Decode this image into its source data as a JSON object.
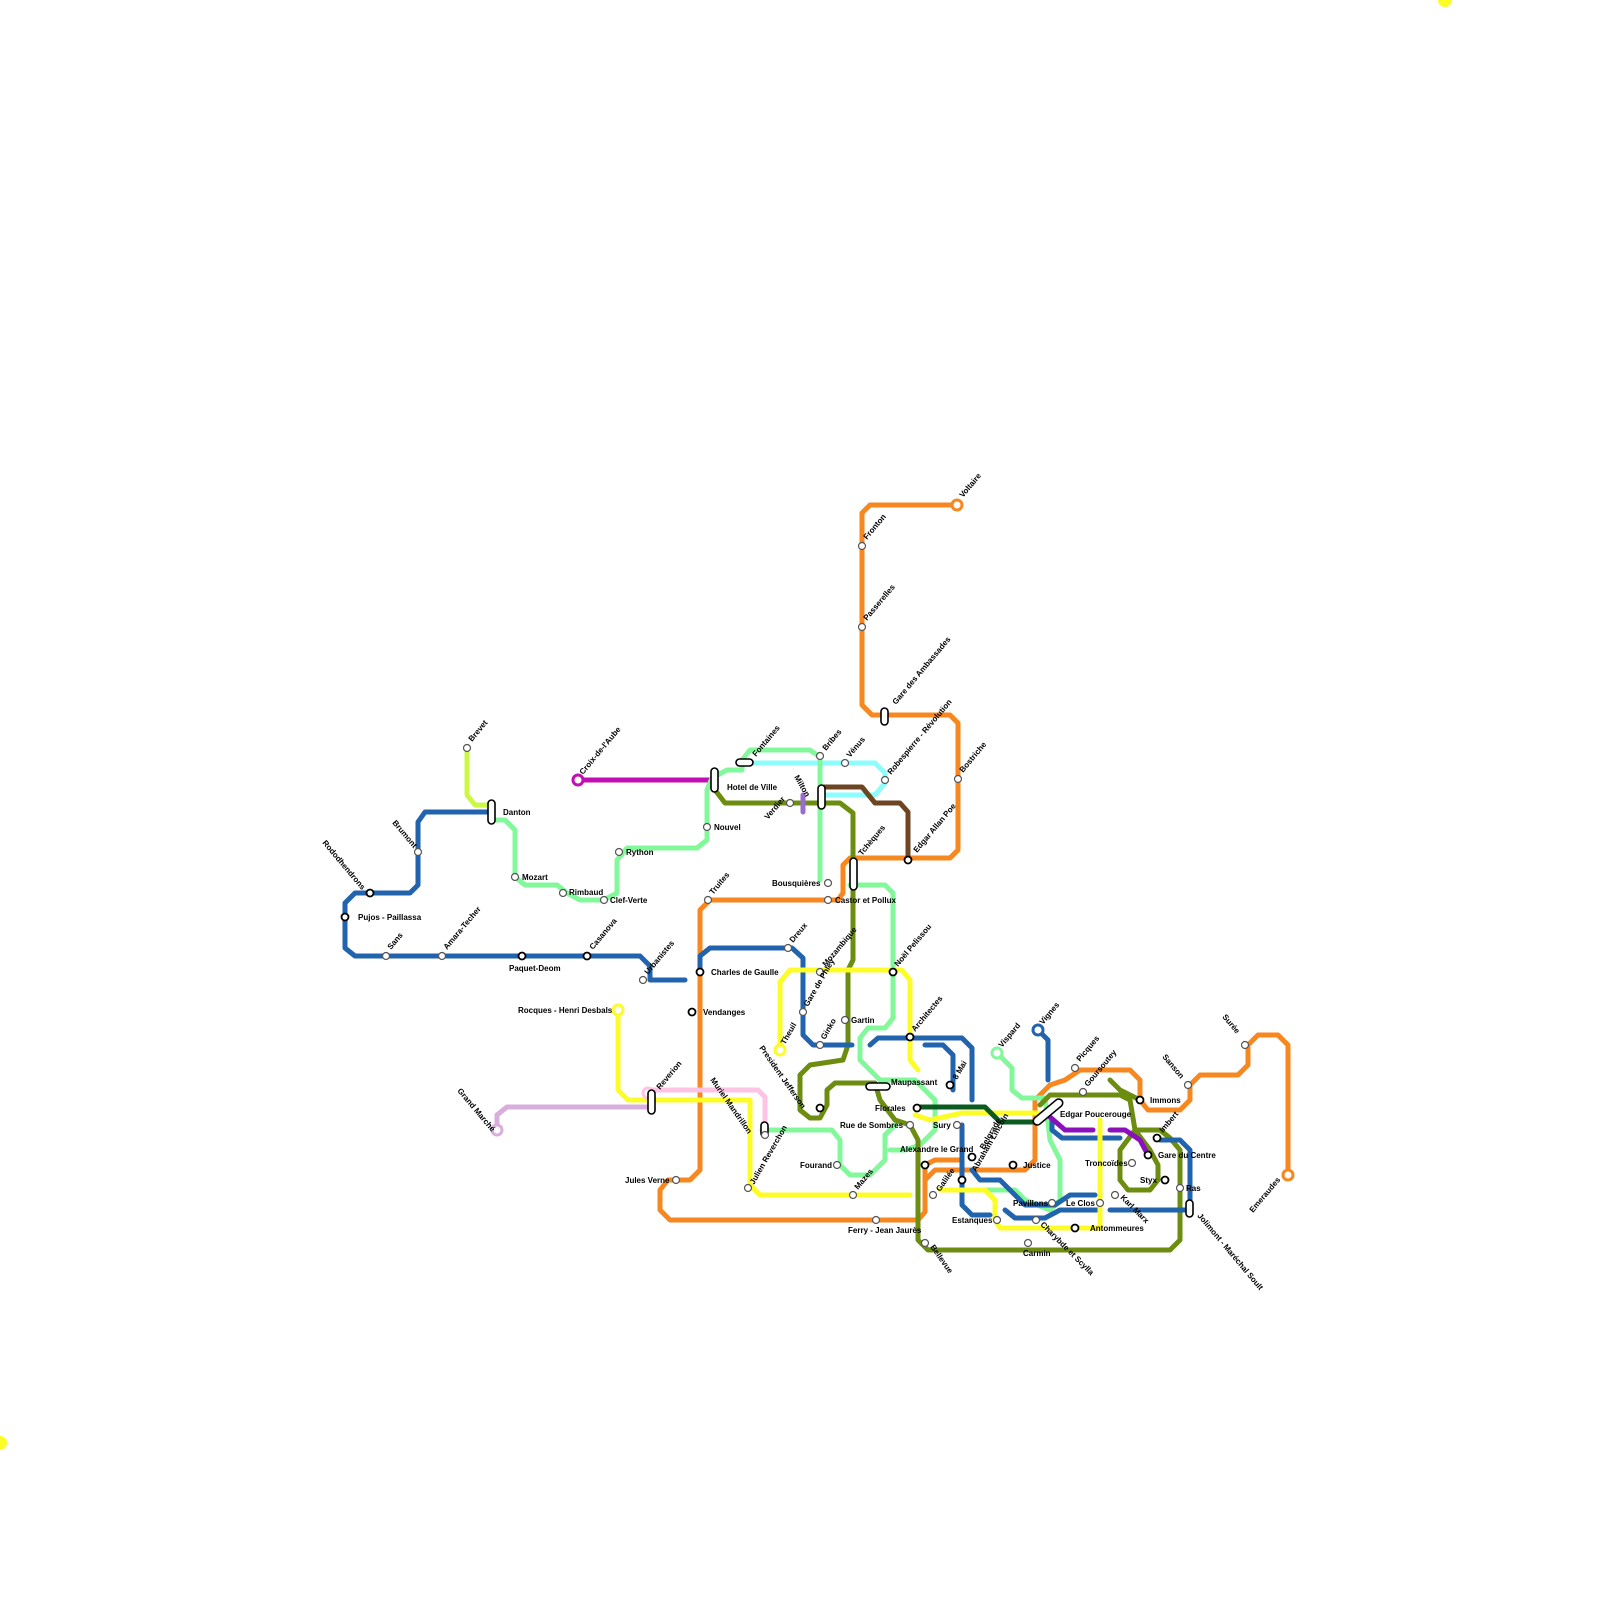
{
  "map": {
    "colors": {
      "orange": "#f7871f",
      "blue": "#2263ae",
      "green_light": "#82f89b",
      "olive": "#6d8d10",
      "yellow": "#fcfc26",
      "cyan": "#8cfcfc",
      "magenta": "#c10fb4",
      "brown": "#6d4523",
      "lime": "#ccf744",
      "pink": "#fcc3e4",
      "lilac": "#d8aedd",
      "purple": "#8a10bc",
      "dark_green": "#0b5b20",
      "lavender": "#9b6ccf"
    },
    "stations": [
      {
        "id": "voltaire",
        "name": "Voltaire"
      },
      {
        "id": "fronton",
        "name": "Fronton"
      },
      {
        "id": "passerelles",
        "name": "Passerelles"
      },
      {
        "id": "gare_ambassades",
        "name": "Gare des Ambassades"
      },
      {
        "id": "robespierre",
        "name": "Robespierre - Révolution"
      },
      {
        "id": "bostriche",
        "name": "Bostriche"
      },
      {
        "id": "edgar_poe",
        "name": "Edgar Allan Poe"
      },
      {
        "id": "tcheques",
        "name": "Tchèques"
      },
      {
        "id": "castor",
        "name": "Castor et Pollux"
      },
      {
        "id": "bousquieres",
        "name": "Bousquières"
      },
      {
        "id": "truites",
        "name": "Truites"
      },
      {
        "id": "fontaines",
        "name": "Fontaines"
      },
      {
        "id": "bribes",
        "name": "Bribes"
      },
      {
        "id": "venus",
        "name": "Vénus"
      },
      {
        "id": "hotel_ville",
        "name": "Hotel de Ville"
      },
      {
        "id": "croix_aube",
        "name": "Croix-de-l'Aube"
      },
      {
        "id": "milton",
        "name": "Milton"
      },
      {
        "id": "verdier",
        "name": "Verdier"
      },
      {
        "id": "nouvel",
        "name": "Nouvel"
      },
      {
        "id": "rython",
        "name": "Rython"
      },
      {
        "id": "clef_verte",
        "name": "Clef-Verte"
      },
      {
        "id": "rimbaud",
        "name": "Rimbaud"
      },
      {
        "id": "mozart",
        "name": "Mozart"
      },
      {
        "id": "danton",
        "name": "Danton"
      },
      {
        "id": "brevet",
        "name": "Brevet"
      },
      {
        "id": "brumont",
        "name": "Brumont"
      },
      {
        "id": "rododhendrons",
        "name": "Rododhendrons"
      },
      {
        "id": "pujos",
        "name": "Pujos - Paillassa"
      },
      {
        "id": "sans",
        "name": "Sans"
      },
      {
        "id": "amara",
        "name": "Amara-Techer"
      },
      {
        "id": "paquet",
        "name": "Paquet-Deom"
      },
      {
        "id": "casanova",
        "name": "Casanova"
      },
      {
        "id": "urbanistes",
        "name": "Urbanistes"
      },
      {
        "id": "charles_gaulle",
        "name": "Charles de Gaulle"
      },
      {
        "id": "dreux",
        "name": "Dreux"
      },
      {
        "id": "vendanges",
        "name": "Vendanges"
      },
      {
        "id": "mozambique",
        "name": "Mozambique"
      },
      {
        "id": "noel",
        "name": "Noël Pelissou"
      },
      {
        "id": "gare_phley",
        "name": "Gare de Phley"
      },
      {
        "id": "gartin",
        "name": "Gartin"
      },
      {
        "id": "ginko",
        "name": "Ginko"
      },
      {
        "id": "theuil",
        "name": "Theuil"
      },
      {
        "id": "rocques",
        "name": "Rocques - Henri Desbals"
      },
      {
        "id": "president",
        "name": "President Jefferson"
      },
      {
        "id": "architectes",
        "name": "Architectes"
      },
      {
        "id": "maupassant",
        "name": "Maupassant"
      },
      {
        "id": "huit_mai",
        "name": "8 Mai"
      },
      {
        "id": "florales",
        "name": "Florales"
      },
      {
        "id": "sury",
        "name": "Sury"
      },
      {
        "id": "rue_sombres",
        "name": "Rue de Sombres"
      },
      {
        "id": "alexandre",
        "name": "Alexandre le Grand"
      },
      {
        "id": "belgrade",
        "name": "Belgrade"
      },
      {
        "id": "lincoln",
        "name": "Abraham Lincoln"
      },
      {
        "id": "justice",
        "name": "Justice"
      },
      {
        "id": "reverion",
        "name": "Reverion"
      },
      {
        "id": "grand_marche",
        "name": "Grand Marché"
      },
      {
        "id": "muriel",
        "name": "Muriel Mandrillon"
      },
      {
        "id": "julien",
        "name": "Julien Reverchon"
      },
      {
        "id": "jules_verne",
        "name": "Jules Verne"
      },
      {
        "id": "fourand",
        "name": "Fourand"
      },
      {
        "id": "mazes",
        "name": "Mazes"
      },
      {
        "id": "galilee",
        "name": "Galilée"
      },
      {
        "id": "ferry",
        "name": "Ferry - Jean Jaurès"
      },
      {
        "id": "bellevue",
        "name": "Bellevue"
      },
      {
        "id": "estanques",
        "name": "Estanques"
      },
      {
        "id": "carmin",
        "name": "Carmin"
      },
      {
        "id": "charybde",
        "name": "Charybde et Scylla"
      },
      {
        "id": "pavillons",
        "name": "Pavillons"
      },
      {
        "id": "le_clos",
        "name": "Le Clos"
      },
      {
        "id": "karl_marx",
        "name": "Karl Marx"
      },
      {
        "id": "antommeures",
        "name": "Antommeures"
      },
      {
        "id": "vispard",
        "name": "Vispard"
      },
      {
        "id": "vignes",
        "name": "Vignes"
      },
      {
        "id": "picques",
        "name": "Picques"
      },
      {
        "id": "goursoutey",
        "name": "Goursoutey"
      },
      {
        "id": "edgar_poucerouge",
        "name": "Edgar Poucerouge"
      },
      {
        "id": "troncoides",
        "name": "Troncoïdes"
      },
      {
        "id": "styx",
        "name": "Styx"
      },
      {
        "id": "gare_centre",
        "name": "Gare du Centre"
      },
      {
        "id": "imbert",
        "name": "Imbert"
      },
      {
        "id": "immons",
        "name": "Immons"
      },
      {
        "id": "sanson",
        "name": "Sanson"
      },
      {
        "id": "suree",
        "name": "Surée"
      },
      {
        "id": "emeraudes",
        "name": "Emeraudes"
      },
      {
        "id": "ras",
        "name": "Ras"
      },
      {
        "id": "jolimont",
        "name": "Jolimont - Maréchal Soult"
      }
    ]
  }
}
